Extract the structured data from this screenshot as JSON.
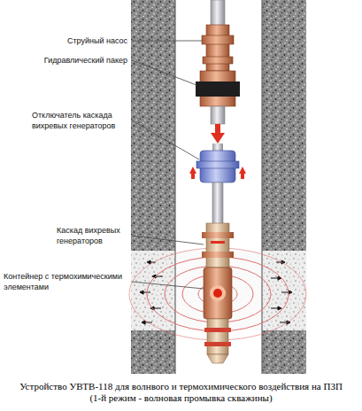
{
  "diagram": {
    "caption": "Устройство УВТВ-118 для волнвого и термохимического воздействия на ПЗП (1-й режим - волновая промывка скважины)",
    "labels": [
      "Струйный насос",
      "Гидравлический пакер",
      "Отключатель каскада вихревых генераторов",
      "Каскад вихревых генераторов",
      "Контейнер с термохимическими элементами"
    ]
  }
}
